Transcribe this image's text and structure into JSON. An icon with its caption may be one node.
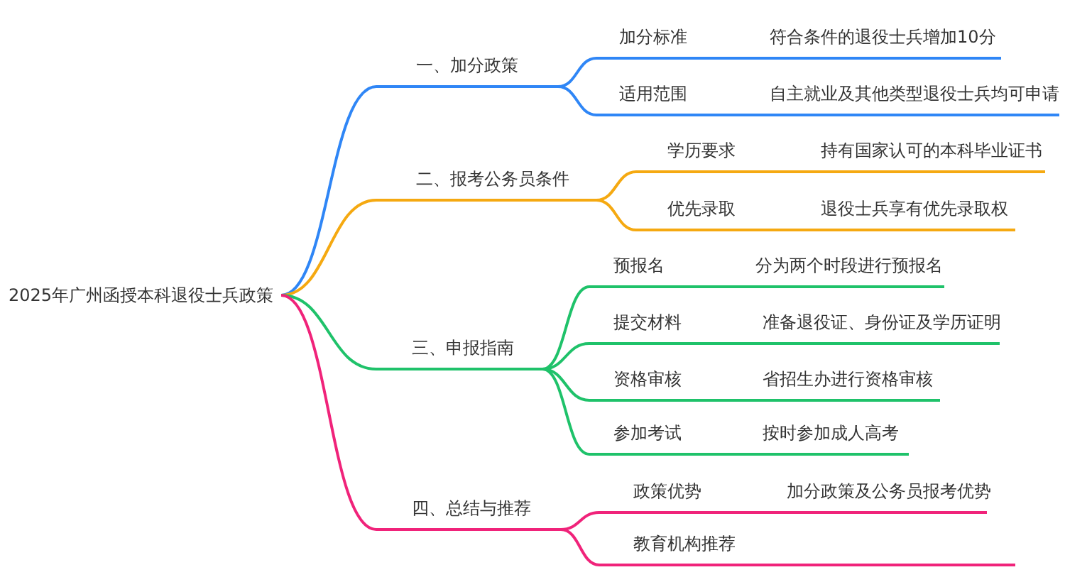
{
  "diagram": {
    "nodes": [
      {
        "text": [
          "2025年广州函授本科退役士兵政策"
        ]
      },
      {
        "text": [
          "一、加分政策"
        ]
      },
      {
        "text": [
          "加分标准",
          "符合条件的退役士兵增加10分"
        ]
      },
      {
        "text": [
          "适用范围",
          "自主就业及其他类型退役士兵均可申请"
        ]
      },
      {
        "text": [
          "二、报考公务员条件"
        ]
      },
      {
        "text": [
          "学历要求",
          "持有国家认可的本科毕业证书"
        ]
      },
      {
        "text": [
          "优先录取",
          "退役士兵享有优先录取权"
        ]
      },
      {
        "text": [
          "三、申报指南"
        ]
      },
      {
        "text": [
          "预报名",
          "分为两个时段进行预报名"
        ]
      },
      {
        "text": [
          "提交材料",
          "准备退役证、身份证及学历证明"
        ]
      },
      {
        "text": [
          "资格审核",
          "省招生办进行资格审核"
        ]
      },
      {
        "text": [
          "参加考试",
          "按时参加成人高考"
        ]
      },
      {
        "text": [
          "四、总结与推荐"
        ]
      },
      {
        "text": [
          "政策优势",
          "加分政策及公务员报考优势"
        ]
      },
      {
        "text": [
          "教育机构推荐"
        ]
      }
    ],
    "edges": [
      {
        "from": 0,
        "to": 1,
        "arrow": "none",
        "color": "#2f86f6"
      },
      {
        "from": 1,
        "to": 2,
        "arrow": "none",
        "color": "#2f86f6"
      },
      {
        "from": 1,
        "to": 3,
        "arrow": "none",
        "color": "#2f86f6"
      },
      {
        "from": 0,
        "to": 4,
        "arrow": "none",
        "color": "#f5a911"
      },
      {
        "from": 4,
        "to": 5,
        "arrow": "none",
        "color": "#f5a911"
      },
      {
        "from": 4,
        "to": 6,
        "arrow": "none",
        "color": "#f5a911"
      },
      {
        "from": 0,
        "to": 7,
        "arrow": "none",
        "color": "#1fc26a"
      },
      {
        "from": 7,
        "to": 8,
        "arrow": "none",
        "color": "#1fc26a"
      },
      {
        "from": 7,
        "to": 9,
        "arrow": "none",
        "color": "#1fc26a"
      },
      {
        "from": 7,
        "to": 10,
        "arrow": "none",
        "color": "#1fc26a"
      },
      {
        "from": 7,
        "to": 11,
        "arrow": "none",
        "color": "#1fc26a"
      },
      {
        "from": 0,
        "to": 12,
        "arrow": "none",
        "color": "#f0237a"
      },
      {
        "from": 12,
        "to": 13,
        "arrow": "none",
        "color": "#f0237a"
      },
      {
        "from": 12,
        "to": 14,
        "arrow": "none",
        "color": "#f0237a"
      }
    ]
  }
}
